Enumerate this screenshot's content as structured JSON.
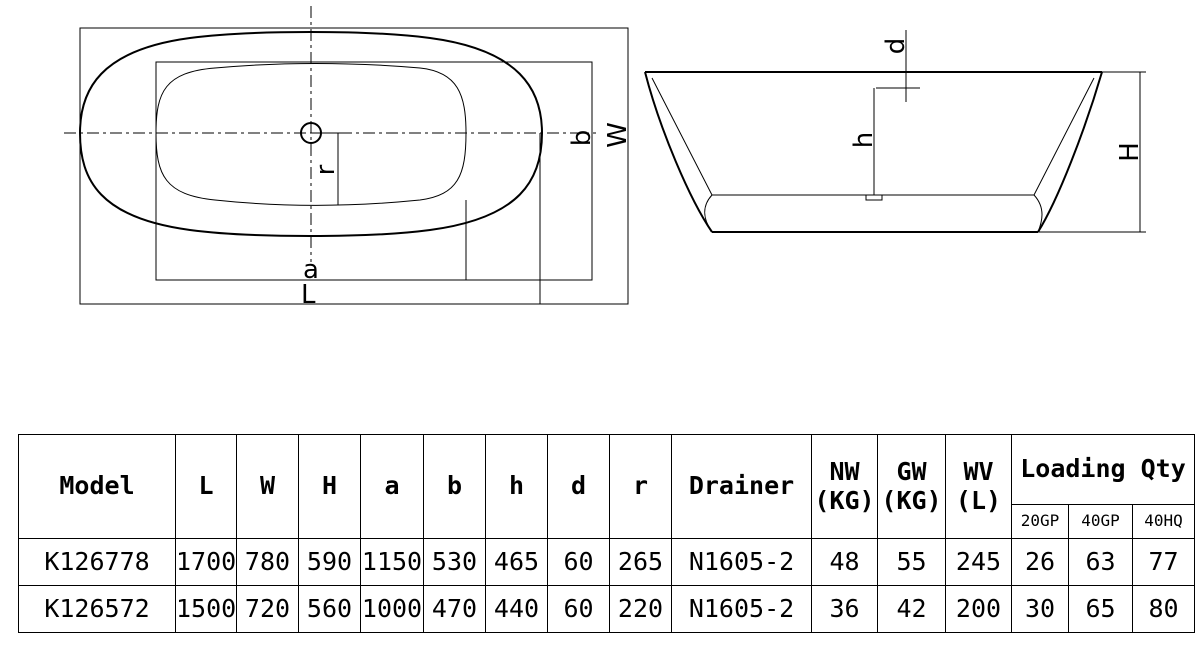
{
  "drawing": {
    "top_labels": {
      "a": "a",
      "L": "L",
      "b": "b",
      "W": "W",
      "r": "r"
    },
    "side_labels": {
      "d": "d",
      "h": "h",
      "H": "H"
    }
  },
  "table": {
    "headers": {
      "model": "Model",
      "L": "L",
      "W": "W",
      "H": "H",
      "a": "a",
      "b": "b",
      "h": "h",
      "d": "d",
      "r": "r",
      "drainer": "Drainer",
      "nw": "NW",
      "nw_unit": "(KG)",
      "gw": "GW",
      "gw_unit": "(KG)",
      "wv": "WV",
      "wv_unit": "(L)",
      "loading": "Loading Qty",
      "gp20": "20GP",
      "gp40": "40GP",
      "hq40": "40HQ"
    },
    "rows": [
      {
        "model": "K126778",
        "L": "1700",
        "W": "780",
        "H": "590",
        "a": "1150",
        "b": "530",
        "h": "465",
        "d": "60",
        "r": "265",
        "drainer": "N1605-2",
        "nw": "48",
        "gw": "55",
        "wv": "245",
        "gp20": "26",
        "gp40": "63",
        "hq40": "77"
      },
      {
        "model": "K126572",
        "L": "1500",
        "W": "720",
        "H": "560",
        "a": "1000",
        "b": "470",
        "h": "440",
        "d": "60",
        "r": "220",
        "drainer": "N1605-2",
        "nw": "36",
        "gw": "42",
        "wv": "200",
        "gp20": "30",
        "gp40": "65",
        "hq40": "80"
      }
    ]
  }
}
